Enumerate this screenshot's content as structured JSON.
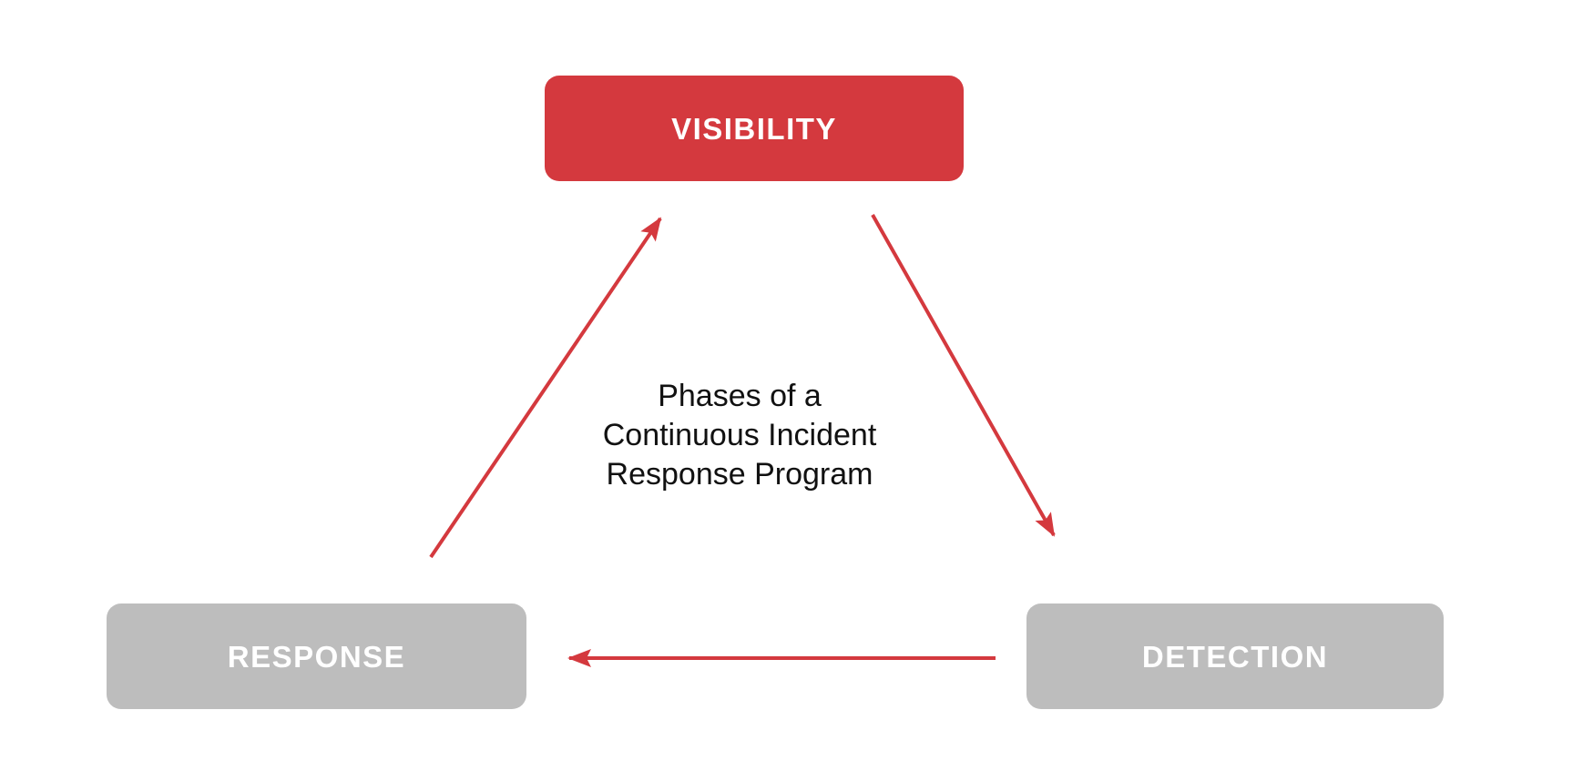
{
  "diagram": {
    "title": {
      "lines": [
        "Phases of a",
        "Continuous Incident",
        "Response Program"
      ],
      "full_text": "Phases of a Continuous Incident Response Program",
      "color": "#111111"
    },
    "nodes": [
      {
        "id": "visibility",
        "label": "VISIBILITY",
        "fill": "#D4393E",
        "text_color": "#FFFFFF"
      },
      {
        "id": "response",
        "label": "RESPONSE",
        "fill": "#BDBDBD",
        "text_color": "#FFFFFF"
      },
      {
        "id": "detection",
        "label": "DETECTION",
        "fill": "#BDBDBD",
        "text_color": "#FFFFFF"
      }
    ],
    "edges": [
      {
        "from": "response",
        "to": "visibility"
      },
      {
        "from": "visibility",
        "to": "detection"
      },
      {
        "from": "detection",
        "to": "response"
      }
    ],
    "arrow_color": "#D4393E",
    "background_color": "#FFFFFF"
  }
}
